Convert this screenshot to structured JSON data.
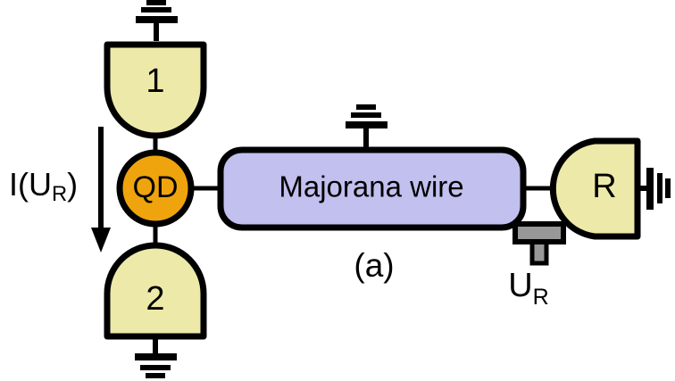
{
  "figure": {
    "panel_label": "(a)",
    "background_color": "#ffffff"
  },
  "colors": {
    "lead_fill": "#ede9a8",
    "quantum_dot_fill": "#efa40d",
    "majorana_wire_fill": "#c2c0ef",
    "gate_fill": "#989898",
    "outline": "#000000"
  },
  "leads": [
    {
      "id": "lead-1",
      "label": "1",
      "position": "top-left"
    },
    {
      "id": "lead-2",
      "label": "2",
      "position": "bottom-left"
    },
    {
      "id": "lead-r",
      "label": "R",
      "position": "right"
    }
  ],
  "quantum_dot": {
    "label": "QD"
  },
  "majorana_wire": {
    "label": "Majorana wire"
  },
  "gate": {
    "label_main": "U",
    "label_sub": "R"
  },
  "current_label": {
    "prefix": "I(U",
    "sub": "R",
    "suffix": ")"
  },
  "grounds": [
    {
      "id": "ground-lead-1",
      "orientation": "vertical-up",
      "bars": 3
    },
    {
      "id": "ground-lead-2",
      "orientation": "vertical-down",
      "bars": 3
    },
    {
      "id": "ground-majorana-wire",
      "orientation": "vertical-up",
      "bars": 3
    },
    {
      "id": "ground-lead-r",
      "orientation": "horizontal-right",
      "bars": 3
    }
  ]
}
